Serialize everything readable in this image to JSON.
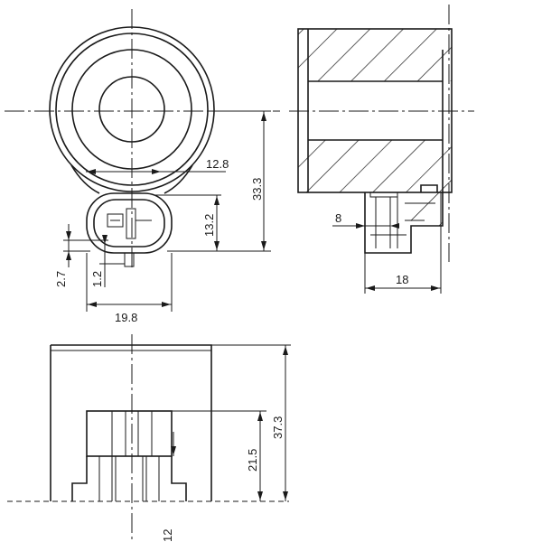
{
  "dimensions": {
    "d_12_8": "12.8",
    "d_33_3": "33.3",
    "d_13_2": "13.2",
    "d_2_7": "2.7",
    "d_1_2": "1.2",
    "d_19_8": "19.8",
    "d_8": "8",
    "d_18": "18",
    "d_21_5": "21.5",
    "d_37_3": "37.3",
    "d_12": "12"
  }
}
